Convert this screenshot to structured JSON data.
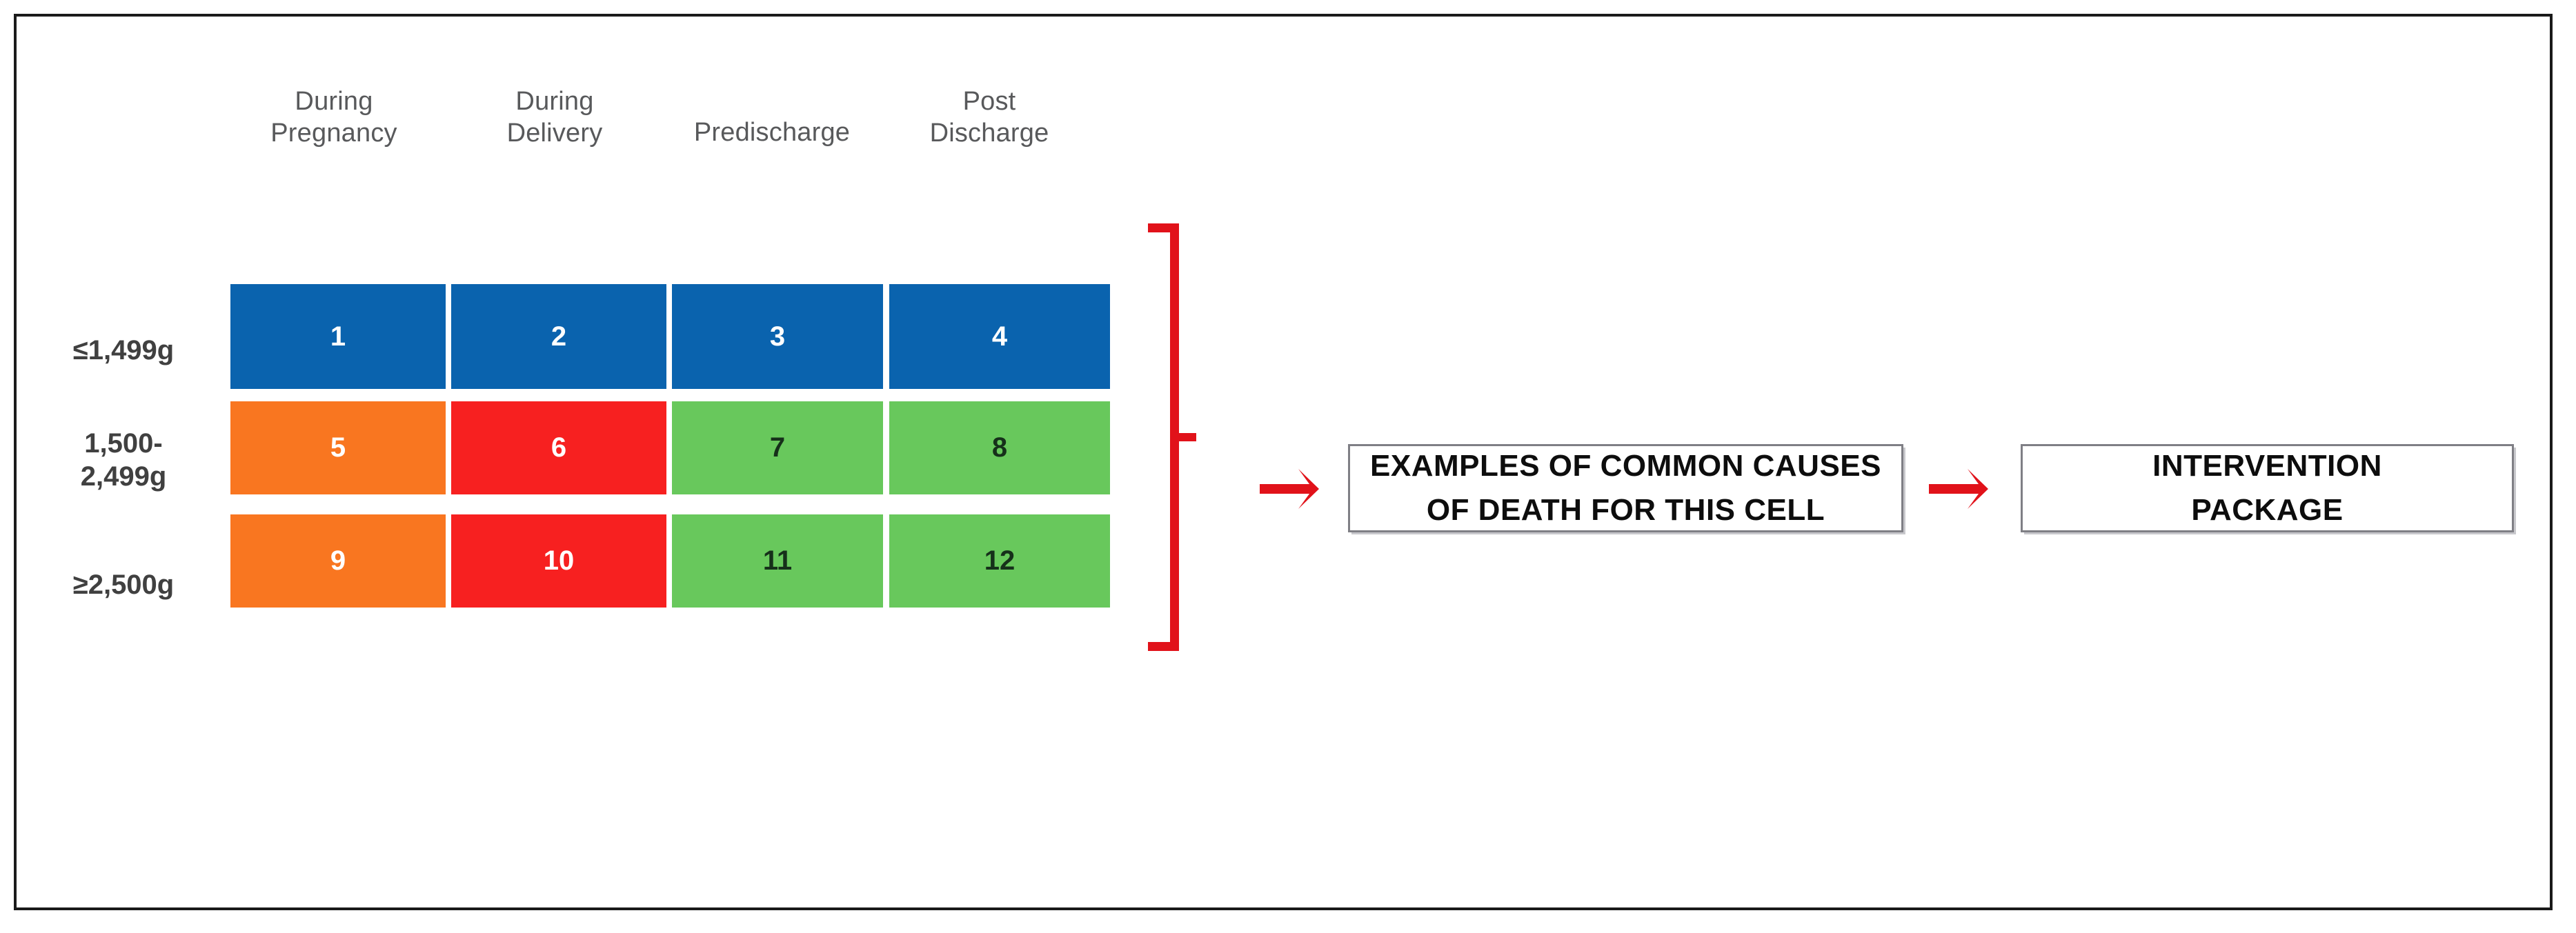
{
  "figure": {
    "border_color": "#1a1a1a",
    "background": "#ffffff"
  },
  "matrix": {
    "column_headers": [
      {
        "label": "During\nPregnancy"
      },
      {
        "label": "During\nDelivery"
      },
      {
        "label": "Predischarge"
      },
      {
        "label": "Post\nDischarge"
      }
    ],
    "row_labels": [
      {
        "label": "≤1,499g"
      },
      {
        "label": "1,500-\n2,499g"
      },
      {
        "label": "≥2,500g"
      }
    ],
    "cells": [
      {
        "number": "1",
        "color": "#0a63ae",
        "text_color": "#ffffff"
      },
      {
        "number": "2",
        "color": "#0a63ae",
        "text_color": "#ffffff"
      },
      {
        "number": "3",
        "color": "#0a63ae",
        "text_color": "#ffffff"
      },
      {
        "number": "4",
        "color": "#0a63ae",
        "text_color": "#ffffff"
      },
      {
        "number": "5",
        "color": "#f97620",
        "text_color": "#ffffff"
      },
      {
        "number": "6",
        "color": "#f72020",
        "text_color": "#ffffff"
      },
      {
        "number": "7",
        "color": "#68c85c",
        "text_color": "#16301a"
      },
      {
        "number": "8",
        "color": "#68c85c",
        "text_color": "#16301a"
      },
      {
        "number": "9",
        "color": "#f97620",
        "text_color": "#ffffff"
      },
      {
        "number": "10",
        "color": "#f72020",
        "text_color": "#ffffff"
      },
      {
        "number": "11",
        "color": "#68c85c",
        "text_color": "#16301a"
      },
      {
        "number": "12",
        "color": "#68c85c",
        "text_color": "#16301a"
      }
    ],
    "legend_colors": {
      "blue": "#0a63ae",
      "orange": "#f97620",
      "red": "#f72020",
      "green": "#68c85c"
    }
  },
  "flow": {
    "bracket_color": "#e1121a",
    "arrow_color": "#e1121a",
    "boxes": [
      {
        "label": "EXAMPLES OF COMMON CAUSES\nOF DEATH FOR THIS CELL"
      },
      {
        "label": "INTERVENTION\nPACKAGE"
      }
    ]
  }
}
